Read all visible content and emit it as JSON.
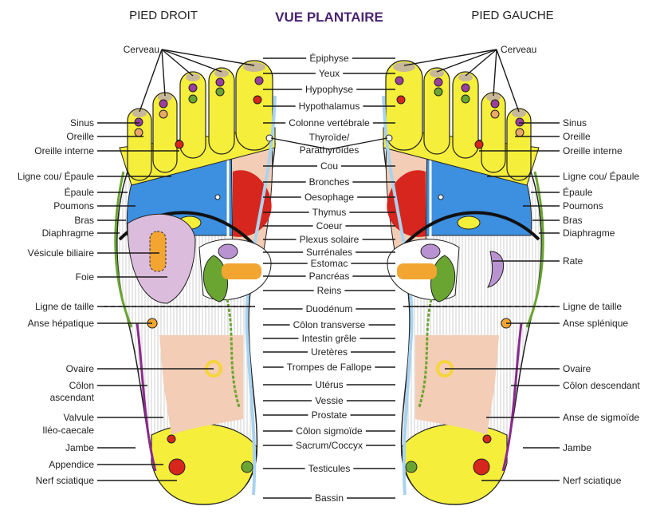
{
  "header": {
    "left": "PIED DROIT",
    "title": "VUE PLANTAIRE",
    "right": "PIED GAUCHE"
  },
  "center_labels": [
    "Épiphyse",
    "Yeux",
    "Hypophyse",
    "Hypothalamus",
    "Colonne vertébrale",
    "Thyroïde/",
    "Parathyroïdes",
    "Cou",
    "Bronches",
    "Oesophage",
    "Thymus",
    "Coeur",
    "Plexus solaire",
    "Surrénales",
    "Estomac",
    "Pancréas",
    "Reins",
    "Duodénum",
    "Côlon transverse",
    "Intestin grêle",
    "Uretères",
    "Trompes de Fallope",
    "Utérus",
    "Vessie",
    "Prostate",
    "Côlon sigmoïde",
    "Sacrum/Coccyx",
    "Testicules",
    "Bassin"
  ],
  "left_labels": {
    "cerveau": "Cerveau",
    "items": [
      "Sinus",
      "Oreille",
      "Oreille interne",
      "Ligne cou/ Épaule",
      "Épaule",
      "Poumons",
      "Bras",
      "Diaphragme",
      "Vésicule biliaire",
      "Foie",
      "Ligne de taille",
      "Anse hépatique",
      "Ovaire",
      "Côlon",
      "ascendant",
      "Valvule",
      "Iléo-caecale",
      "Jambe",
      "Appendice",
      "Nerf sciatique"
    ]
  },
  "right_labels": {
    "cerveau": "Cerveau",
    "items": [
      "Sinus",
      "Oreille",
      "Oreille interne",
      "Ligne cou/ Épaule",
      "Épaule",
      "Poumons",
      "Bras",
      "Diaphragme",
      "Rate",
      "Ligne de taille",
      "Anse splénique",
      "Ovaire",
      "Côlon descendant",
      "Anse de sigmoïde",
      "Jambe",
      "Nerf sciatique"
    ]
  },
  "colors": {
    "toes": "#f5ee3a",
    "lungs": "#3d8fdf",
    "heart": "#d7261e",
    "chest": "#f3cdb5",
    "liver": "#dcbcdc",
    "kidney": "#6aa532",
    "pancreas": "#f2a531",
    "spine": "#a9d3ef",
    "title": "#4a2470"
  }
}
